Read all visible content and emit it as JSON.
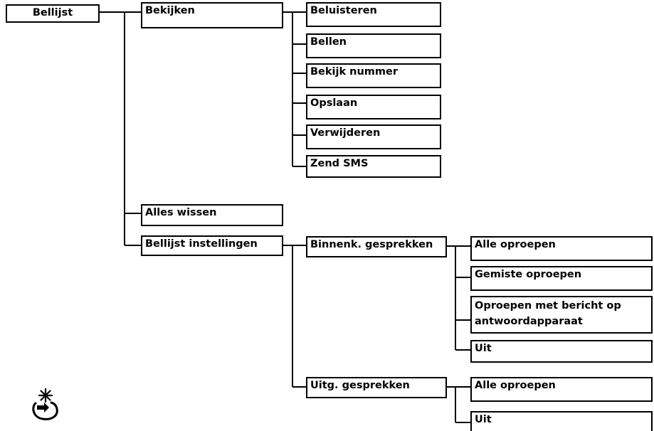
{
  "menu": {
    "root": "Bellijst",
    "level1": {
      "bekijken": "Bekijken",
      "alles_wissen": "Alles wissen",
      "instellingen": "Bellijst instellingen"
    },
    "bekijken_items": [
      "Beluisteren",
      "Bellen",
      "Bekijk nummer",
      "Opslaan",
      "Verwijderen",
      "Zend SMS"
    ],
    "instellingen_items": {
      "binnenk": "Binnenk. gesprekken",
      "uitg": "Uitg. gesprekken"
    },
    "binnenk_items": [
      "Alle oproepen",
      "Gemiste oproepen",
      "Oproepen met bericht op",
      "antwoordapparaat",
      "Uit"
    ],
    "uitg_items": [
      "Alle oproepen",
      "Uit"
    ]
  },
  "icons": {
    "bottom_left": "menu-navigation-icon"
  }
}
